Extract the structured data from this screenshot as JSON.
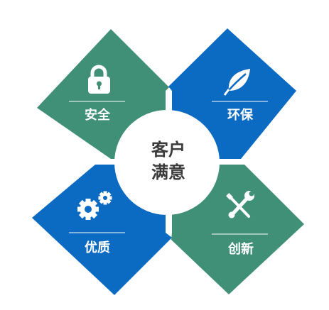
{
  "center": {
    "line1": "客户",
    "line2": "满意"
  },
  "quadrants": [
    {
      "label": "安全",
      "icon": "lock-icon",
      "color": "#3f9077"
    },
    {
      "label": "环保",
      "icon": "leaf-icon",
      "color": "#0b6ac2"
    },
    {
      "label": "优质",
      "icon": "gears-icon",
      "color": "#0b6ac2"
    },
    {
      "label": "创新",
      "icon": "tools-icon",
      "color": "#3f9077"
    }
  ]
}
